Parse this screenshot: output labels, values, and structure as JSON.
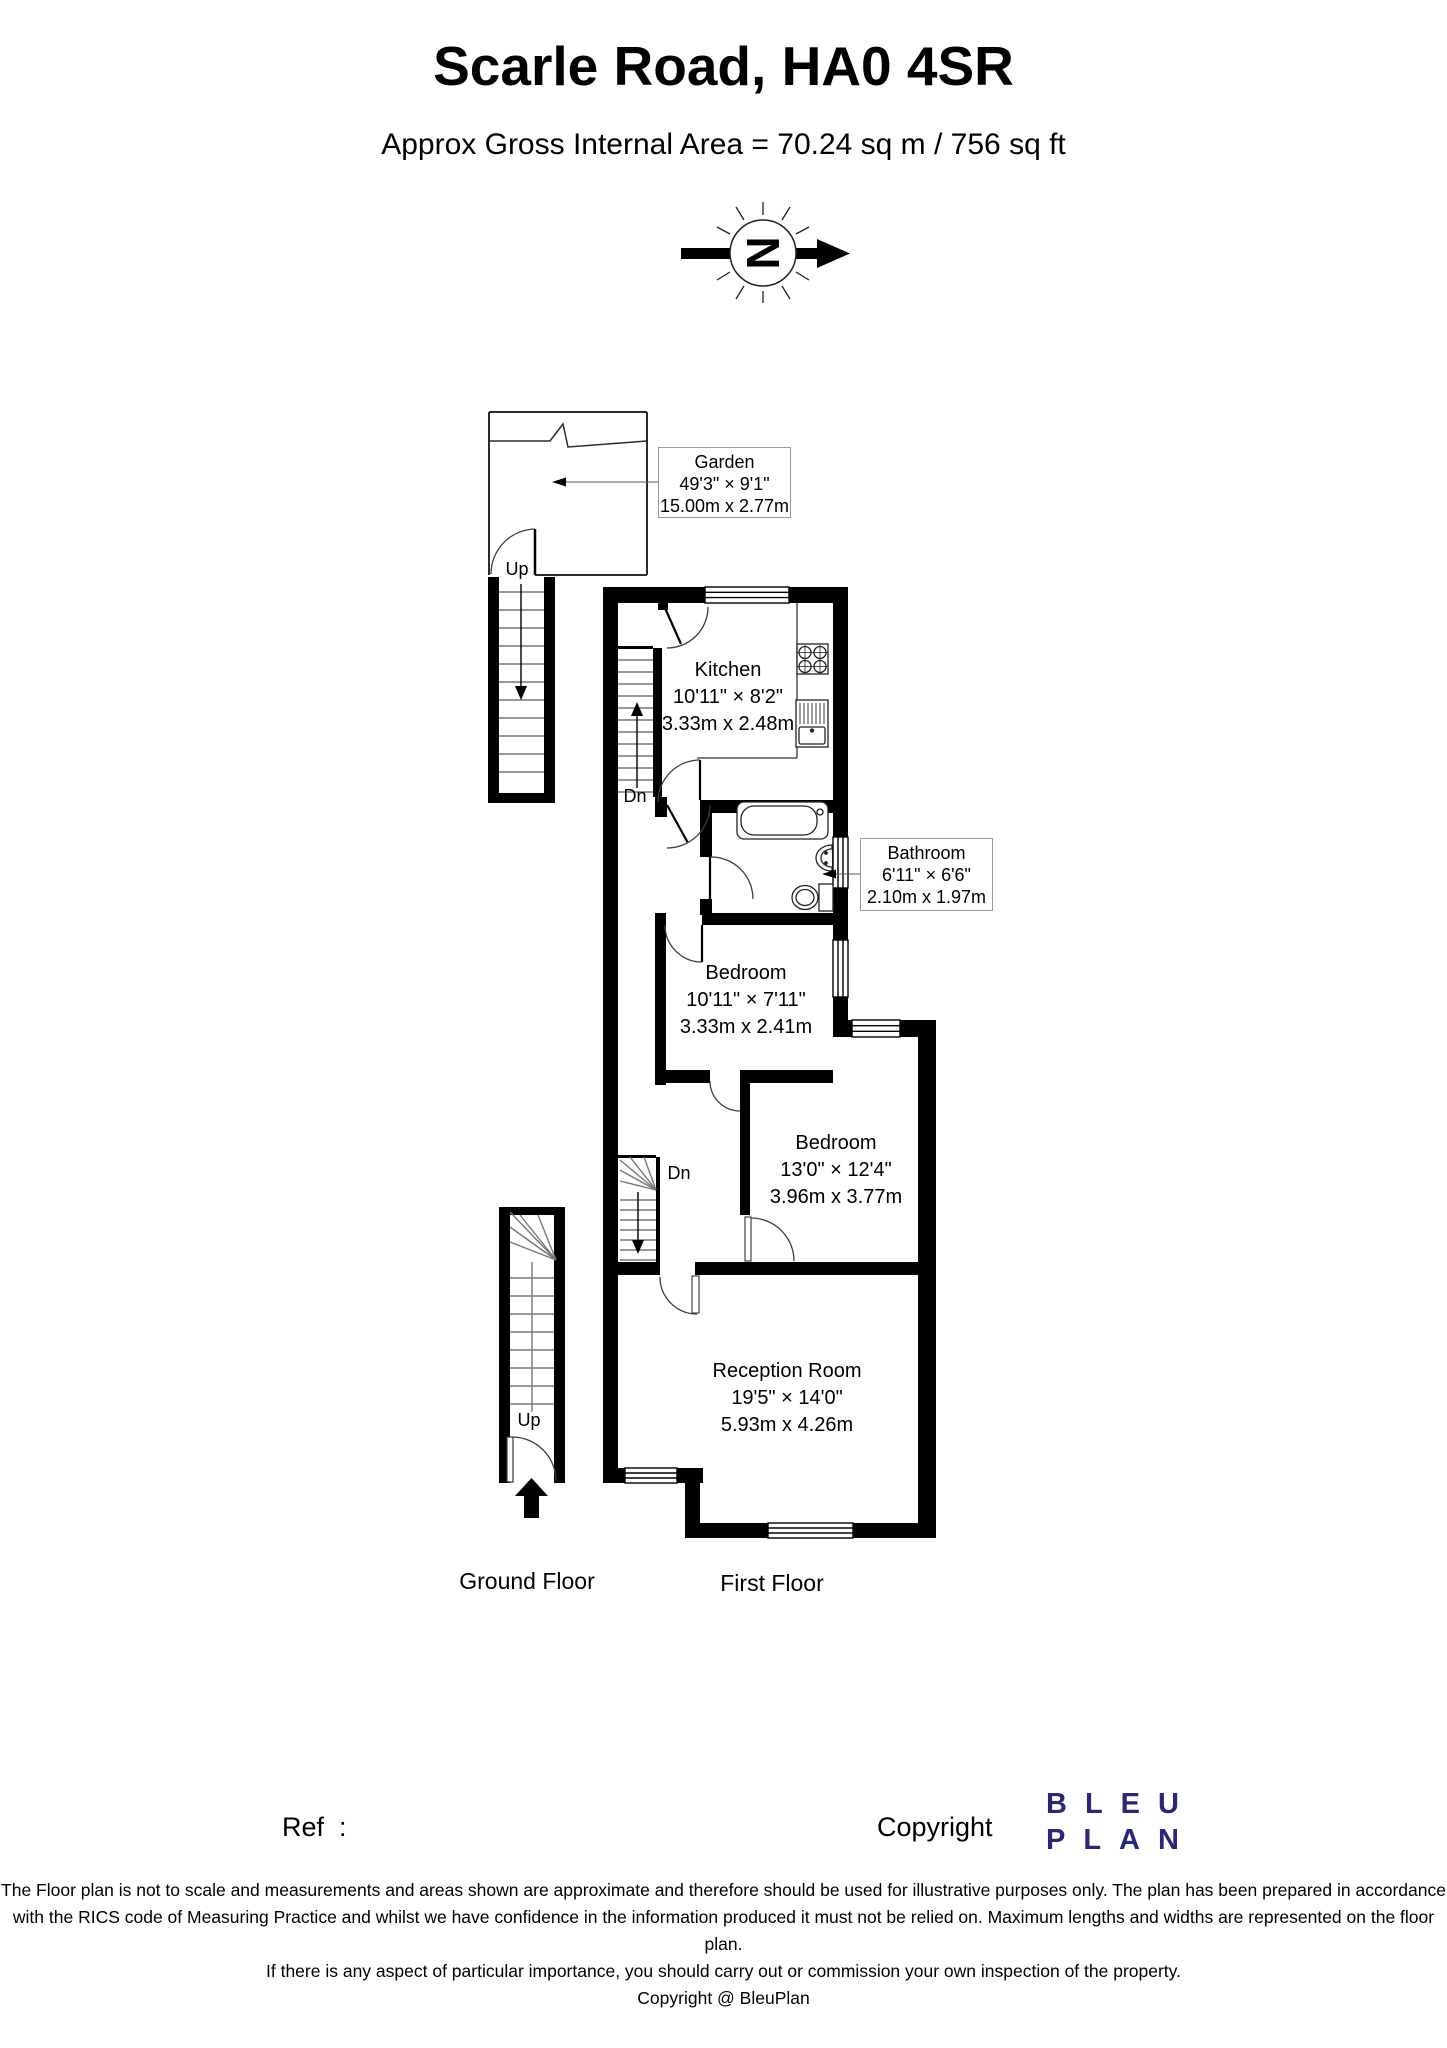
{
  "header": {
    "title": "Scarle Road, HA0 4SR",
    "subtitle": "Approx Gross Internal Area = 70.24 sq m / 756 sq ft"
  },
  "compass": {
    "north_letter": "N"
  },
  "rooms": {
    "garden": {
      "name": "Garden",
      "imperial": "49'3\" × 9'1\"",
      "metric": "15.00m x 2.77m"
    },
    "kitchen": {
      "name": "Kitchen",
      "imperial": "10'11\" × 8'2\"",
      "metric": "3.33m x 2.48m"
    },
    "bathroom": {
      "name": "Bathroom",
      "imperial": "6'11\" × 6'6\"",
      "metric": "2.10m x 1.97m"
    },
    "bedroom1": {
      "name": "Bedroom",
      "imperial": "10'11\" × 7'11\"",
      "metric": "3.33m x 2.41m"
    },
    "bedroom2": {
      "name": "Bedroom",
      "imperial": "13'0\" × 12'4\"",
      "metric": "3.96m x 3.77m"
    },
    "reception": {
      "name": "Reception Room",
      "imperial": "19'5\" × 14'0\"",
      "metric": "5.93m x 4.26m"
    }
  },
  "stairs": {
    "up_garden": "Up",
    "dn_kitchen": "Dn",
    "dn_landing": "Dn",
    "up_entrance": "Up"
  },
  "floors": {
    "ground": "Ground Floor",
    "first": "First Floor"
  },
  "footer": {
    "ref_label": "Ref  :",
    "copyright_label": "Copyright",
    "brand_line1": "BLEU",
    "brand_line2": "PLAN",
    "brand_color": "#2b2873",
    "disclaimer_lines": [
      "The Floor plan is not to scale and measurements and areas shown are approximate and therefore should be used for illustrative purposes only. The plan has been prepared in accordance",
      "with the RICS code of Measuring Practice and whilst we have confidence in the information produced it must not be relied on. Maximum lengths and widths are represented on the floor plan.",
      "If there is any aspect of particular importance, you should carry out or commission your own inspection of the property.",
      "Copyright @ BleuPlan"
    ]
  }
}
